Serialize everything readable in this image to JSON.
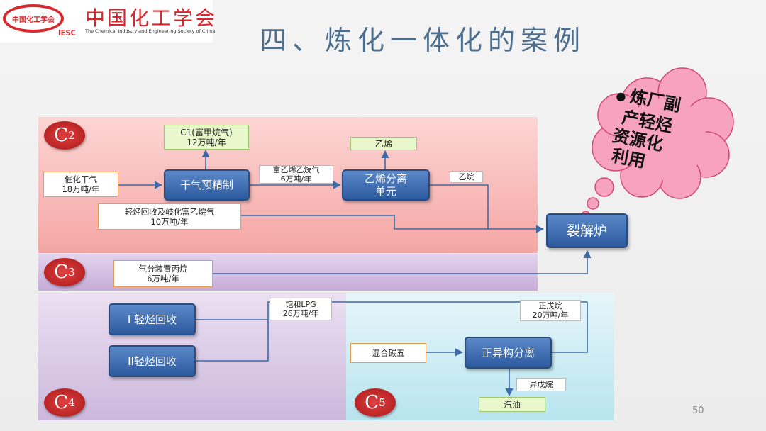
{
  "logo": {
    "oval": "中国化工学会",
    "iesc": "IESC",
    "name": "中国化工学会",
    "english": "The Chemical Industry and Engineering Society of China"
  },
  "title": "四、炼化一体化的案例",
  "badges": {
    "c2": [
      "C",
      "2"
    ],
    "c3": [
      "C",
      "3"
    ],
    "c4": [
      "C",
      "4"
    ],
    "c5": [
      "C",
      "5"
    ]
  },
  "c2": {
    "feed_fcc": [
      "催化干气",
      "18万吨/年"
    ],
    "c1_product": [
      "C1(富甲烷气)",
      "12万吨/年"
    ],
    "dry_gas_unit": "干气预精制",
    "rich_gas": [
      "富乙烯乙烷气",
      "6万吨/年"
    ],
    "ethylene_product": "乙烯",
    "ethylene_sep": [
      "乙烯分离",
      "单元"
    ],
    "ethane": "乙烷",
    "light_recovery": [
      "轻烃回收及岐化富乙烷气",
      "10万吨/年"
    ]
  },
  "c3": {
    "propane": [
      "气分装置丙烷",
      "6万吨/年"
    ]
  },
  "c4": {
    "unit1": "I 轻烃回收",
    "unit2": "II轻烃回收",
    "saturated_lpg": [
      "饱和LPG",
      "26万吨/年"
    ]
  },
  "c5": {
    "n_pentane": [
      "正戊烷",
      "20万吨/年"
    ],
    "mixed_c5": "混合碳五",
    "iso_sep": "正异构分离",
    "isopentane": "异戊烷",
    "gasoline": "汽油"
  },
  "cracker": "裂解炉",
  "cloud": {
    "bullet": "●",
    "lines": [
      "炼厂副",
      "产轻烃",
      "资源化",
      "利用"
    ]
  },
  "page_number": "50",
  "colors": {
    "title": "#4e6e8e",
    "badge": "#c02020",
    "unit_box": "#3a6ab0",
    "line": "#3e6aa8"
  }
}
